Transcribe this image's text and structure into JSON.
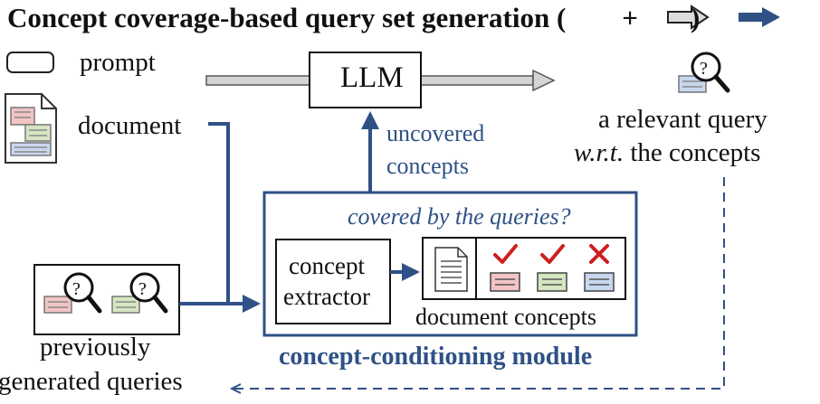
{
  "title": {
    "text": "Concept coverage-based query set generation (",
    "plus": "+",
    "close": ")"
  },
  "legend": {
    "prompt_label": "prompt",
    "document_label": "document"
  },
  "llm": {
    "label": "LLM"
  },
  "uncovered": {
    "line1": "uncovered",
    "line2": "concepts"
  },
  "output": {
    "line1": "a relevant query",
    "line2_italic": "w.r.t.",
    "line2_rest": " the concepts"
  },
  "module": {
    "question": "covered by the queries?",
    "extractor_line1": "concept",
    "extractor_line2": "extractor",
    "doc_concepts_label": "document concepts",
    "module_label": "concept-conditioning module"
  },
  "previous": {
    "line1": "previously",
    "line2": "generated queries"
  },
  "concept_status": [
    {
      "mark": "✓",
      "covered": true,
      "color": "#f2c4c4"
    },
    {
      "mark": "✓",
      "covered": true,
      "color": "#d6e6c2"
    },
    {
      "mark": "✗",
      "covered": false,
      "color": "#c7d7ee"
    }
  ],
  "colors": {
    "accent_blue": "#2f5186",
    "mark_red": "#cc1e1e",
    "gray_arrow": "#c8c8c8"
  }
}
